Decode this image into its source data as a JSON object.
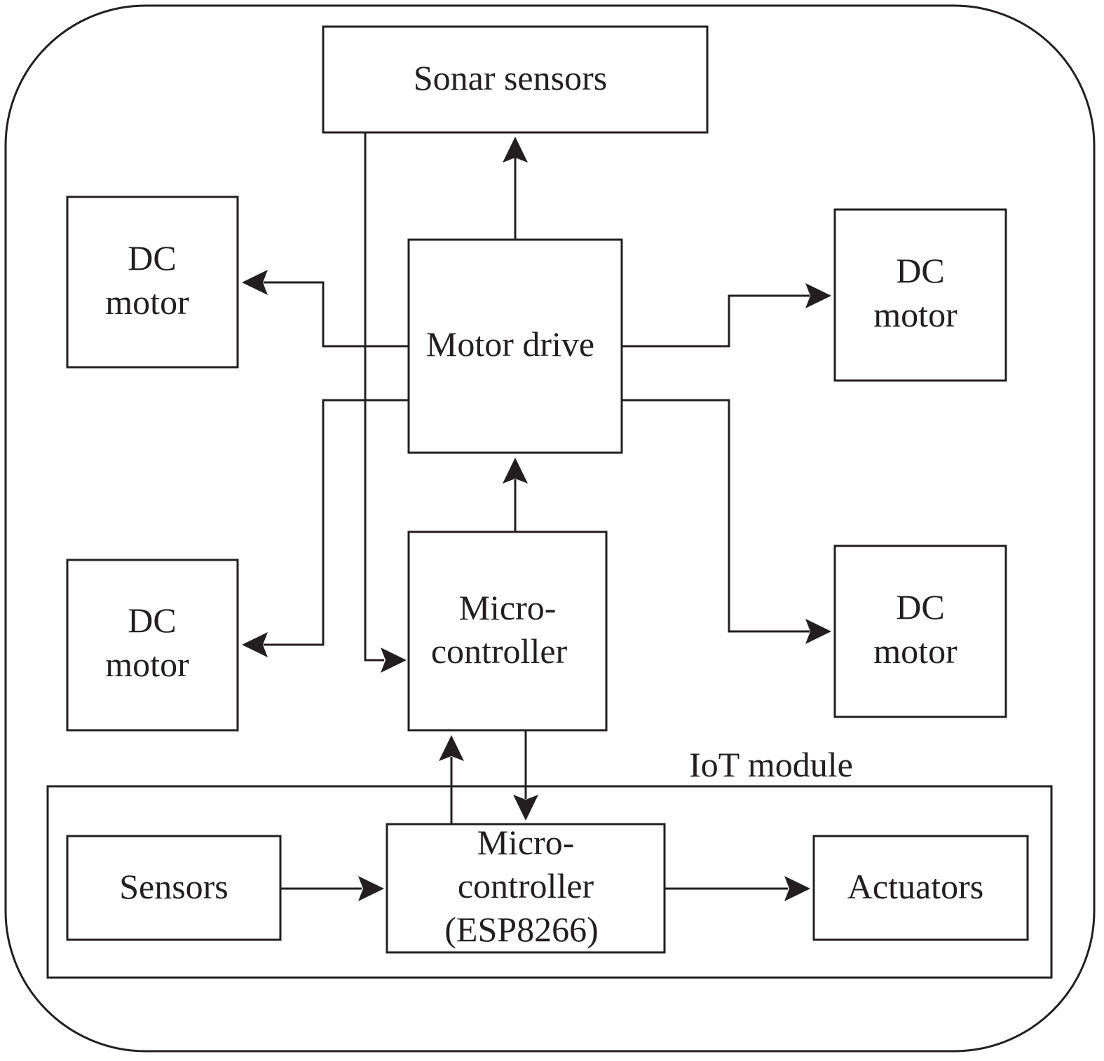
{
  "diagram": {
    "sonar": {
      "label": "Sonar sensors"
    },
    "motor_drive": {
      "label": "Motor drive"
    },
    "dc_motor_tl": {
      "line1": "DC",
      "line2": "motor"
    },
    "dc_motor_tr": {
      "line1": "DC",
      "line2": "motor"
    },
    "dc_motor_bl": {
      "line1": "DC",
      "line2": "motor"
    },
    "dc_motor_br": {
      "line1": "DC",
      "line2": "motor"
    },
    "microcontroller": {
      "line1": "Micro-",
      "line2": "controller"
    },
    "iot_module": {
      "label": "IoT module",
      "sensors": {
        "label": "Sensors"
      },
      "esp": {
        "line1": "Micro-",
        "line2": "controller",
        "line3": "(ESP8266)"
      },
      "actuators": {
        "label": "Actuators"
      }
    }
  }
}
